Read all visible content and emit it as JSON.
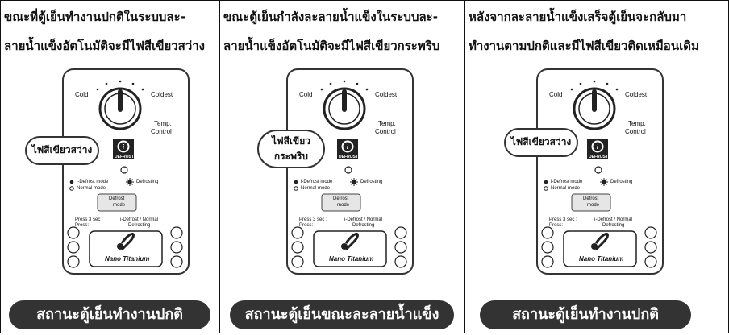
{
  "panels": [
    {
      "caption_line1": "ขณะที่ตู้เย็นทำงานปกติในระบบละ-",
      "caption_line2": "ลายน้ำแข็งอัตโนมัติจะมีไฟสีเขียวสว่าง",
      "bubble_text": "ไฟสีเขียวสว่าง",
      "footer": "สถานะตู้เย็นทำงานปกติ",
      "indicator": "steady"
    },
    {
      "caption_line1": "ขณะตู้เย็นกำลังละลายน้ำแข็งในระบบละ-",
      "caption_line2": "ลายน้ำแข็งอัตโนมัติจะมีไฟสีเขียวกระพริบ",
      "bubble_text": "ไฟสีเขียวกระพริบ",
      "bubble_line1": "ไฟสีเขียว",
      "bubble_line2": "กระพริบ",
      "footer": "สถานะตู้เย็นขณะละลายน้ำแข็ง",
      "indicator": "blinking"
    },
    {
      "caption_line1": "หลังจากละลายน้ำแข็งเสร็จตู้เย็นจะกลับมา",
      "caption_line2": "ทำงานตามปกติและมีไฟสีเขียวติดเหมือนเดิม",
      "bubble_text": "ไฟสีเขียวสว่าง",
      "footer": "สถานะตู้เย็นทำงานปกติ",
      "indicator": "steady"
    }
  ],
  "device": {
    "cold": "Cold",
    "coldest": "Coldest",
    "temp": "Temp.",
    "control": "Control",
    "defrost_badge": "DEFROST",
    "idefrost_mode": "i-Defrost mode",
    "defrosting": "Defrosting",
    "normal_mode": "Normal mode",
    "defrost_button_line1": "Defrost",
    "defrost_button_line2": "mode",
    "press_3sec": "Press 3 sec :",
    "press_3sec_value": "i-Defrost / Normal",
    "press": "Press:",
    "press_value": "Defrosting",
    "nano": "Nano Titanium"
  },
  "colors": {
    "dark": "#333333",
    "arrow": "#2b2b2b",
    "border": "#111111"
  }
}
